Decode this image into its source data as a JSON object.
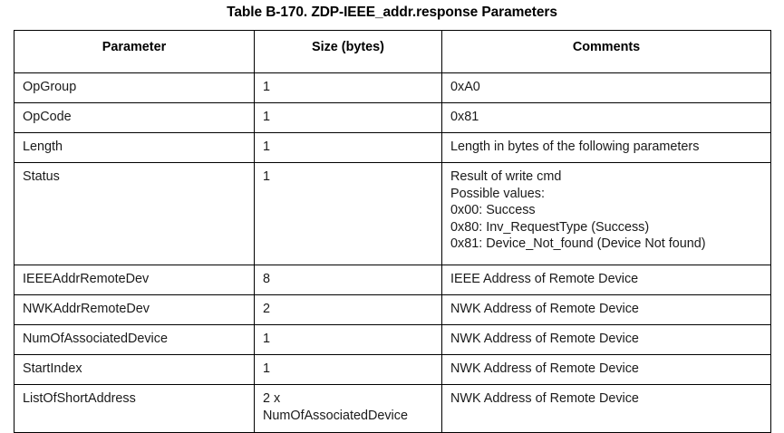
{
  "document": {
    "caption": "Table B-170. ZDP-IEEE_addr.response Parameters"
  },
  "table": {
    "columns": [
      {
        "key": "parameter",
        "label": "Parameter"
      },
      {
        "key": "size",
        "label": "Size (bytes)"
      },
      {
        "key": "comments",
        "label": "Comments"
      }
    ],
    "rows": [
      {
        "parameter": "OpGroup",
        "size": "1",
        "comments": "0xA0",
        "variant": "normal"
      },
      {
        "parameter": "OpCode",
        "size": "1",
        "comments": "0x81",
        "variant": "normal"
      },
      {
        "parameter": "Length",
        "size": "1",
        "comments": "Length in bytes of the following parameters",
        "variant": "normal"
      },
      {
        "parameter": "Status",
        "size": "1",
        "comments": "Result of write cmd\nPossible values:\n0x00: Success\n0x80: Inv_RequestType (Success)\n0x81: Device_Not_found (Device Not found)",
        "variant": "status"
      },
      {
        "parameter": "IEEEAddrRemoteDev",
        "size": "8",
        "comments": "IEEE Address of Remote Device",
        "variant": "normal"
      },
      {
        "parameter": "NWKAddrRemoteDev",
        "size": "2",
        "comments": "NWK Address of Remote Device",
        "variant": "normal"
      },
      {
        "parameter": "NumOfAssociatedDevice",
        "size": "1",
        "comments": "NWK Address of Remote Device",
        "variant": "normal"
      },
      {
        "parameter": "StartIndex",
        "size": "1",
        "comments": "NWK Address of Remote Device",
        "variant": "normal"
      },
      {
        "parameter": "ListOfShortAddress",
        "size": "2 x\nNumOfAssociatedDevice",
        "comments": "NWK Address of Remote Device",
        "variant": "list"
      }
    ]
  },
  "colors": {
    "background": "#ffffff",
    "text": "#000000",
    "border": "#000000"
  }
}
